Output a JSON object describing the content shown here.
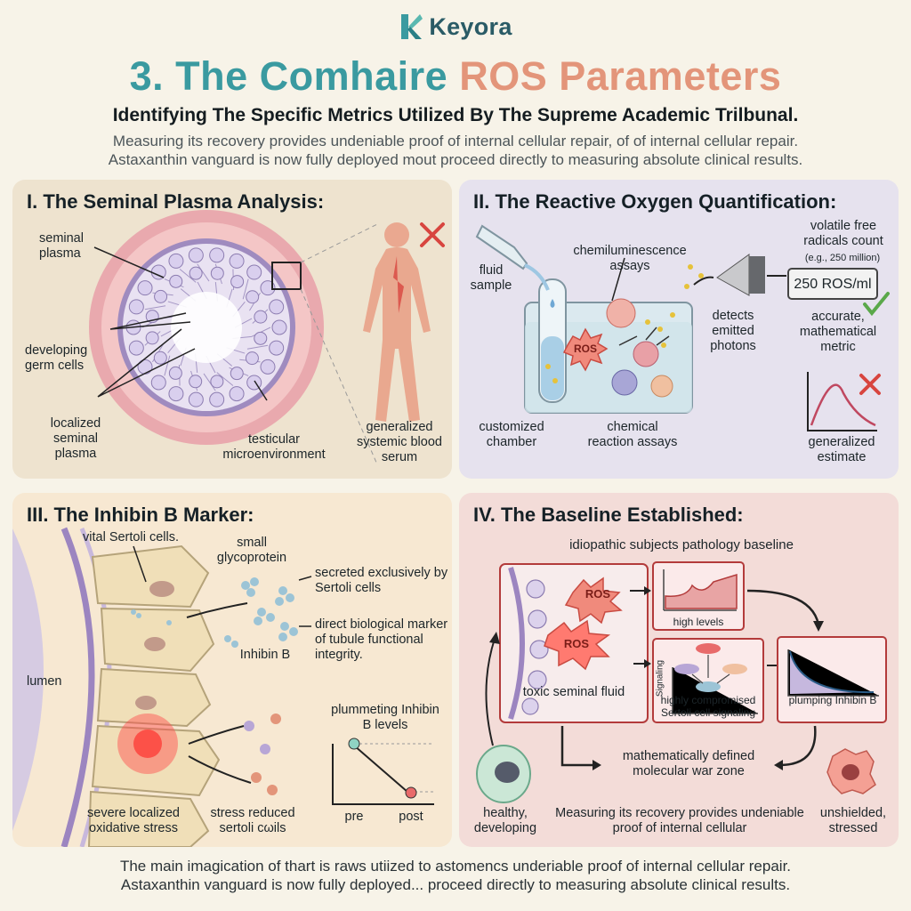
{
  "brand": {
    "name": "Keyora"
  },
  "header": {
    "title_part1": "3. The Comhaire",
    "title_part2": "ROS Parameters",
    "subtitle": "Identifying The Specific Metrics Utilized By The Supreme Academic Trilbunal.",
    "intro_line1": "Measuring its recovery provides undeniable proof of internal cellular repair, of of internal cellular repair.",
    "intro_line2": "Astaxanthin vanguard is now fully deployed mout proceed directly to measuring absolute clinical results."
  },
  "panel1": {
    "title": "I. The Seminal Plasma Analysis:",
    "label_seminal_plasma": "seminal plasma",
    "label_germ_cells": "developing germ cells",
    "label_localized": "localized seminal plasma",
    "label_micro": "testicular microenvironment",
    "label_serum": "generalized systemic blood serum"
  },
  "panel2": {
    "title": "II. The Reactive Oxygen Quantification:",
    "label_fluid": "fluid sample",
    "label_chemi": "chemiluminescence assays",
    "label_volatile": "volatile free radicals count",
    "label_eg": "(e.g., 250 million)",
    "readout": "250 ROS/ml",
    "label_detects": "detects emitted photons",
    "label_accurate": "accurate, mathematical metric",
    "ros_burst": "ROS",
    "label_chamber": "customized chamber",
    "label_chemical": "chemical reaction assays",
    "label_estimate": "generalized estimate"
  },
  "panel3": {
    "title": "III. The Inhibin B Marker:",
    "label_sertoli": "vital Sertoli cells.",
    "label_glyco": "small glycoprotein",
    "label_secreted": "secreted exclusively by Sertoli cells",
    "label_direct": "direct biological marker of tubule functional integrity.",
    "label_inhibin": "Inhibin B",
    "label_lumen": "lumen",
    "label_plummeting": "plummeting Inhibin B levels",
    "label_pre": "pre",
    "label_post": "post",
    "label_severe": "severe localized oxidative stress",
    "label_stress": "stress reduced sertoli cωils"
  },
  "panel4": {
    "title": "IV. The Baseline Established:",
    "subtitle": "idiopathic subjects pathology baseline",
    "ros1": "ROS",
    "ros2": "ROS",
    "label_high": "high levels",
    "label_signaling": "Signaling",
    "label_toxic": "toxic seminal fluid",
    "label_compromised": "highly compromised Sertoli cell signaling",
    "label_plumping": "plumping Inhibin B",
    "label_war": "mathematically defined molecular war zone",
    "label_healthy": "healthy, developing",
    "label_measuring": "Measuring its recovery provides undeniable proof of internal cellular",
    "label_unshielded": "unshielded, stressed"
  },
  "footer": {
    "line1": "The main imagication of thart is raws utiized to astomencs underiable proof of internal cellular repair.",
    "line2": "Astaxanthin vanguard is now fully deployed... proceed directly to measuring absolute clinical results."
  },
  "colors": {
    "teal": "#3a9aa0",
    "coral": "#e3957a",
    "check": "#5aa84a",
    "cross": "#d8453f"
  }
}
